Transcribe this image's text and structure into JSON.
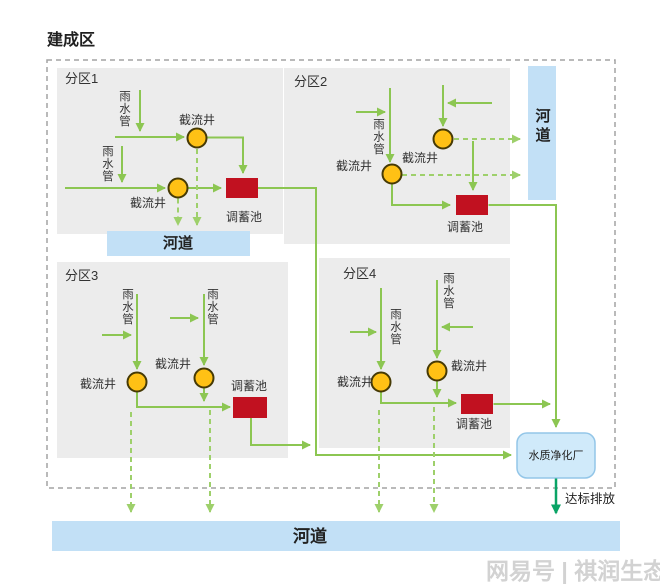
{
  "title": "建成区",
  "zones": {
    "zone1": "分区1",
    "zone2": "分区2",
    "zone3": "分区3",
    "zone4": "分区4"
  },
  "components": {
    "rain_pipe": "雨水管",
    "intercept_well": "截流井",
    "storage_tank": "调蓄池",
    "river": "河道",
    "purification_plant": "水质净化厂",
    "discharge": "达标排放"
  },
  "watermark": "网易号 | 祺润生态",
  "colors": {
    "pipe_green": "#8cc652",
    "pipe_green_dash": "#9ed06b",
    "discharge_teal": "#0aa466",
    "tank_red": "#c11120",
    "well_yellow": "#ffc115",
    "well_stroke": "#463a05",
    "river_blue": "#c2e0f6",
    "plant_fill": "#d0eafa",
    "plant_stroke": "#93c6e8",
    "zone_bg": "#ececec",
    "border_gray": "#a3a3a3"
  }
}
